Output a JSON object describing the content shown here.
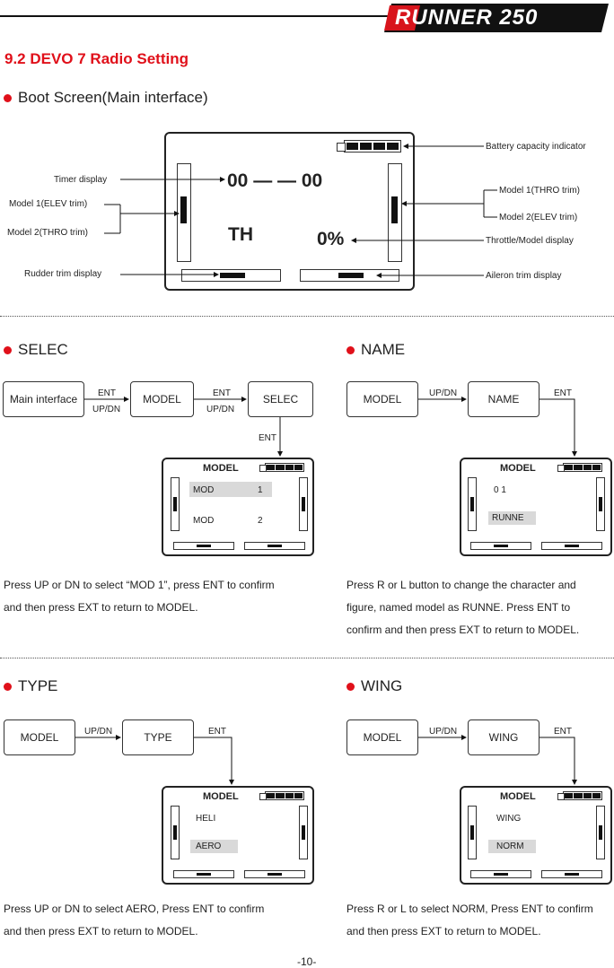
{
  "header": {
    "logo_text": "RUNNER 250"
  },
  "section_title": "9.2 DEVO 7 Radio Setting",
  "boot": {
    "heading": "Boot Screen(Main interface)",
    "screen": {
      "timer": "00 — — 00",
      "mode": "TH",
      "throttle": "0%"
    },
    "labels": {
      "timer": "Timer display",
      "model1_elev": "Model 1(ELEV trim)",
      "model2_thro": "Model 2(THRO trim)",
      "rudder": "Rudder trim display",
      "battery": "Battery capacity indicator",
      "model1_thro": "Model 1(THRO trim)",
      "model2_elev": "Model 2(ELEV trim)",
      "throttle_model": "Throttle/Model display",
      "aileron": "Aileron trim display"
    }
  },
  "selec": {
    "heading": "SELEC",
    "flow": {
      "main": "Main interface",
      "model": "MODEL",
      "selec": "SELEC",
      "ent": "ENT",
      "updn": "UP/DN"
    },
    "screen": {
      "title": "MODEL",
      "row1_a": "MOD",
      "row1_b": "1",
      "row2_a": "MOD",
      "row2_b": "2"
    },
    "text": [
      "Press UP or DN to select “MOD 1”, press ENT to confirm",
      "and then press EXT to return to MODEL."
    ]
  },
  "name": {
    "heading": "NAME",
    "flow": {
      "model": "MODEL",
      "name": "NAME",
      "updn": "UP/DN",
      "ent": "ENT"
    },
    "screen": {
      "title": "MODEL",
      "row1": "0 1",
      "row2": "RUNNE"
    },
    "text": [
      "Press R or L button to change the character and",
      "figure, named model as RUNNE. Press ENT to",
      "confirm and then press EXT to return to MODEL."
    ]
  },
  "type": {
    "heading": "TYPE",
    "flow": {
      "model": "MODEL",
      "type": "TYPE",
      "updn": "UP/DN",
      "ent": "ENT"
    },
    "screen": {
      "title": "MODEL",
      "row1": "HELI",
      "row2": "AERO"
    },
    "text": [
      "Press UP or DN to select AERO, Press ENT to confirm",
      "and then press EXT to return to MODEL."
    ]
  },
  "wing": {
    "heading": "WING",
    "flow": {
      "model": "MODEL",
      "wing": "WING",
      "updn": "UP/DN",
      "ent": "ENT"
    },
    "screen": {
      "title": "MODEL",
      "row1": "WING",
      "row2": "NORM"
    },
    "text": [
      "Press R or L to select NORM, Press ENT to confirm",
      "and then press EXT to return to MODEL."
    ]
  },
  "footer": {
    "page_number": "-10-"
  },
  "colors": {
    "accent": "#e0101a",
    "logo_bg": "#d8141c"
  }
}
